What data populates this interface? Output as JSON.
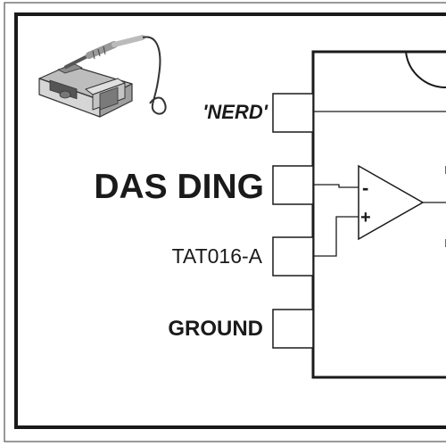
{
  "pins": {
    "pin1_label": "'NERD'",
    "pin2_label": "DAS DING",
    "pin3_label": "TAT016-A",
    "pin4_label": "GROUND"
  },
  "opamp": {
    "inverting_symbol": "-",
    "noninverting_symbol": "+"
  },
  "illustration": {
    "icon": "soldering-station-icon"
  },
  "colors": {
    "ink": "#1a1a1a",
    "background": "#ffffff"
  }
}
